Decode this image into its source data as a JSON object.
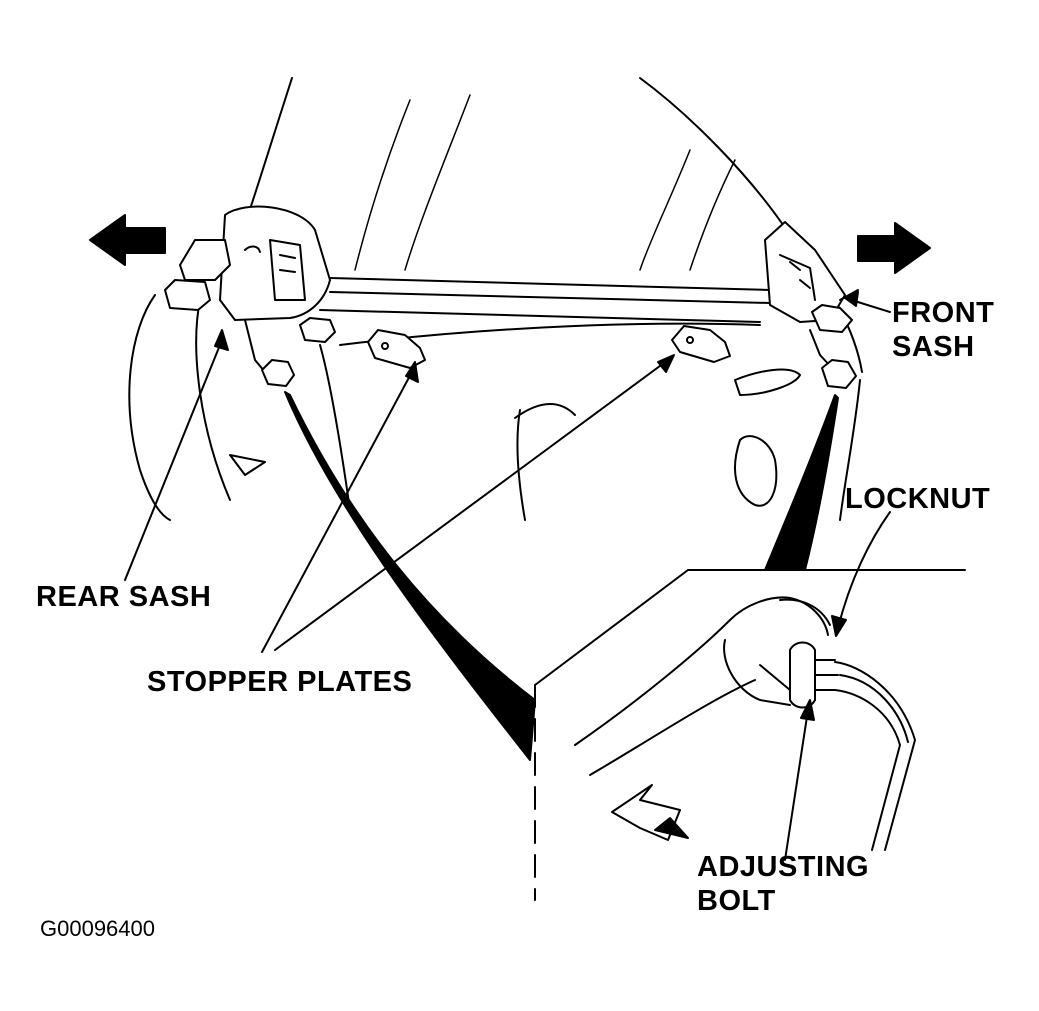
{
  "labels": {
    "front_sash": [
      "FRONT",
      "SASH"
    ],
    "rear_sash": "REAR SASH",
    "stopper_plates": "STOPPER PLATES",
    "locknut": "LOCKNUT",
    "adjusting_bolt": [
      "ADJUSTING",
      "BOLT"
    ]
  },
  "figure_code": "G00096400",
  "colors": {
    "ink": "#000000",
    "paper": "#ffffff"
  }
}
